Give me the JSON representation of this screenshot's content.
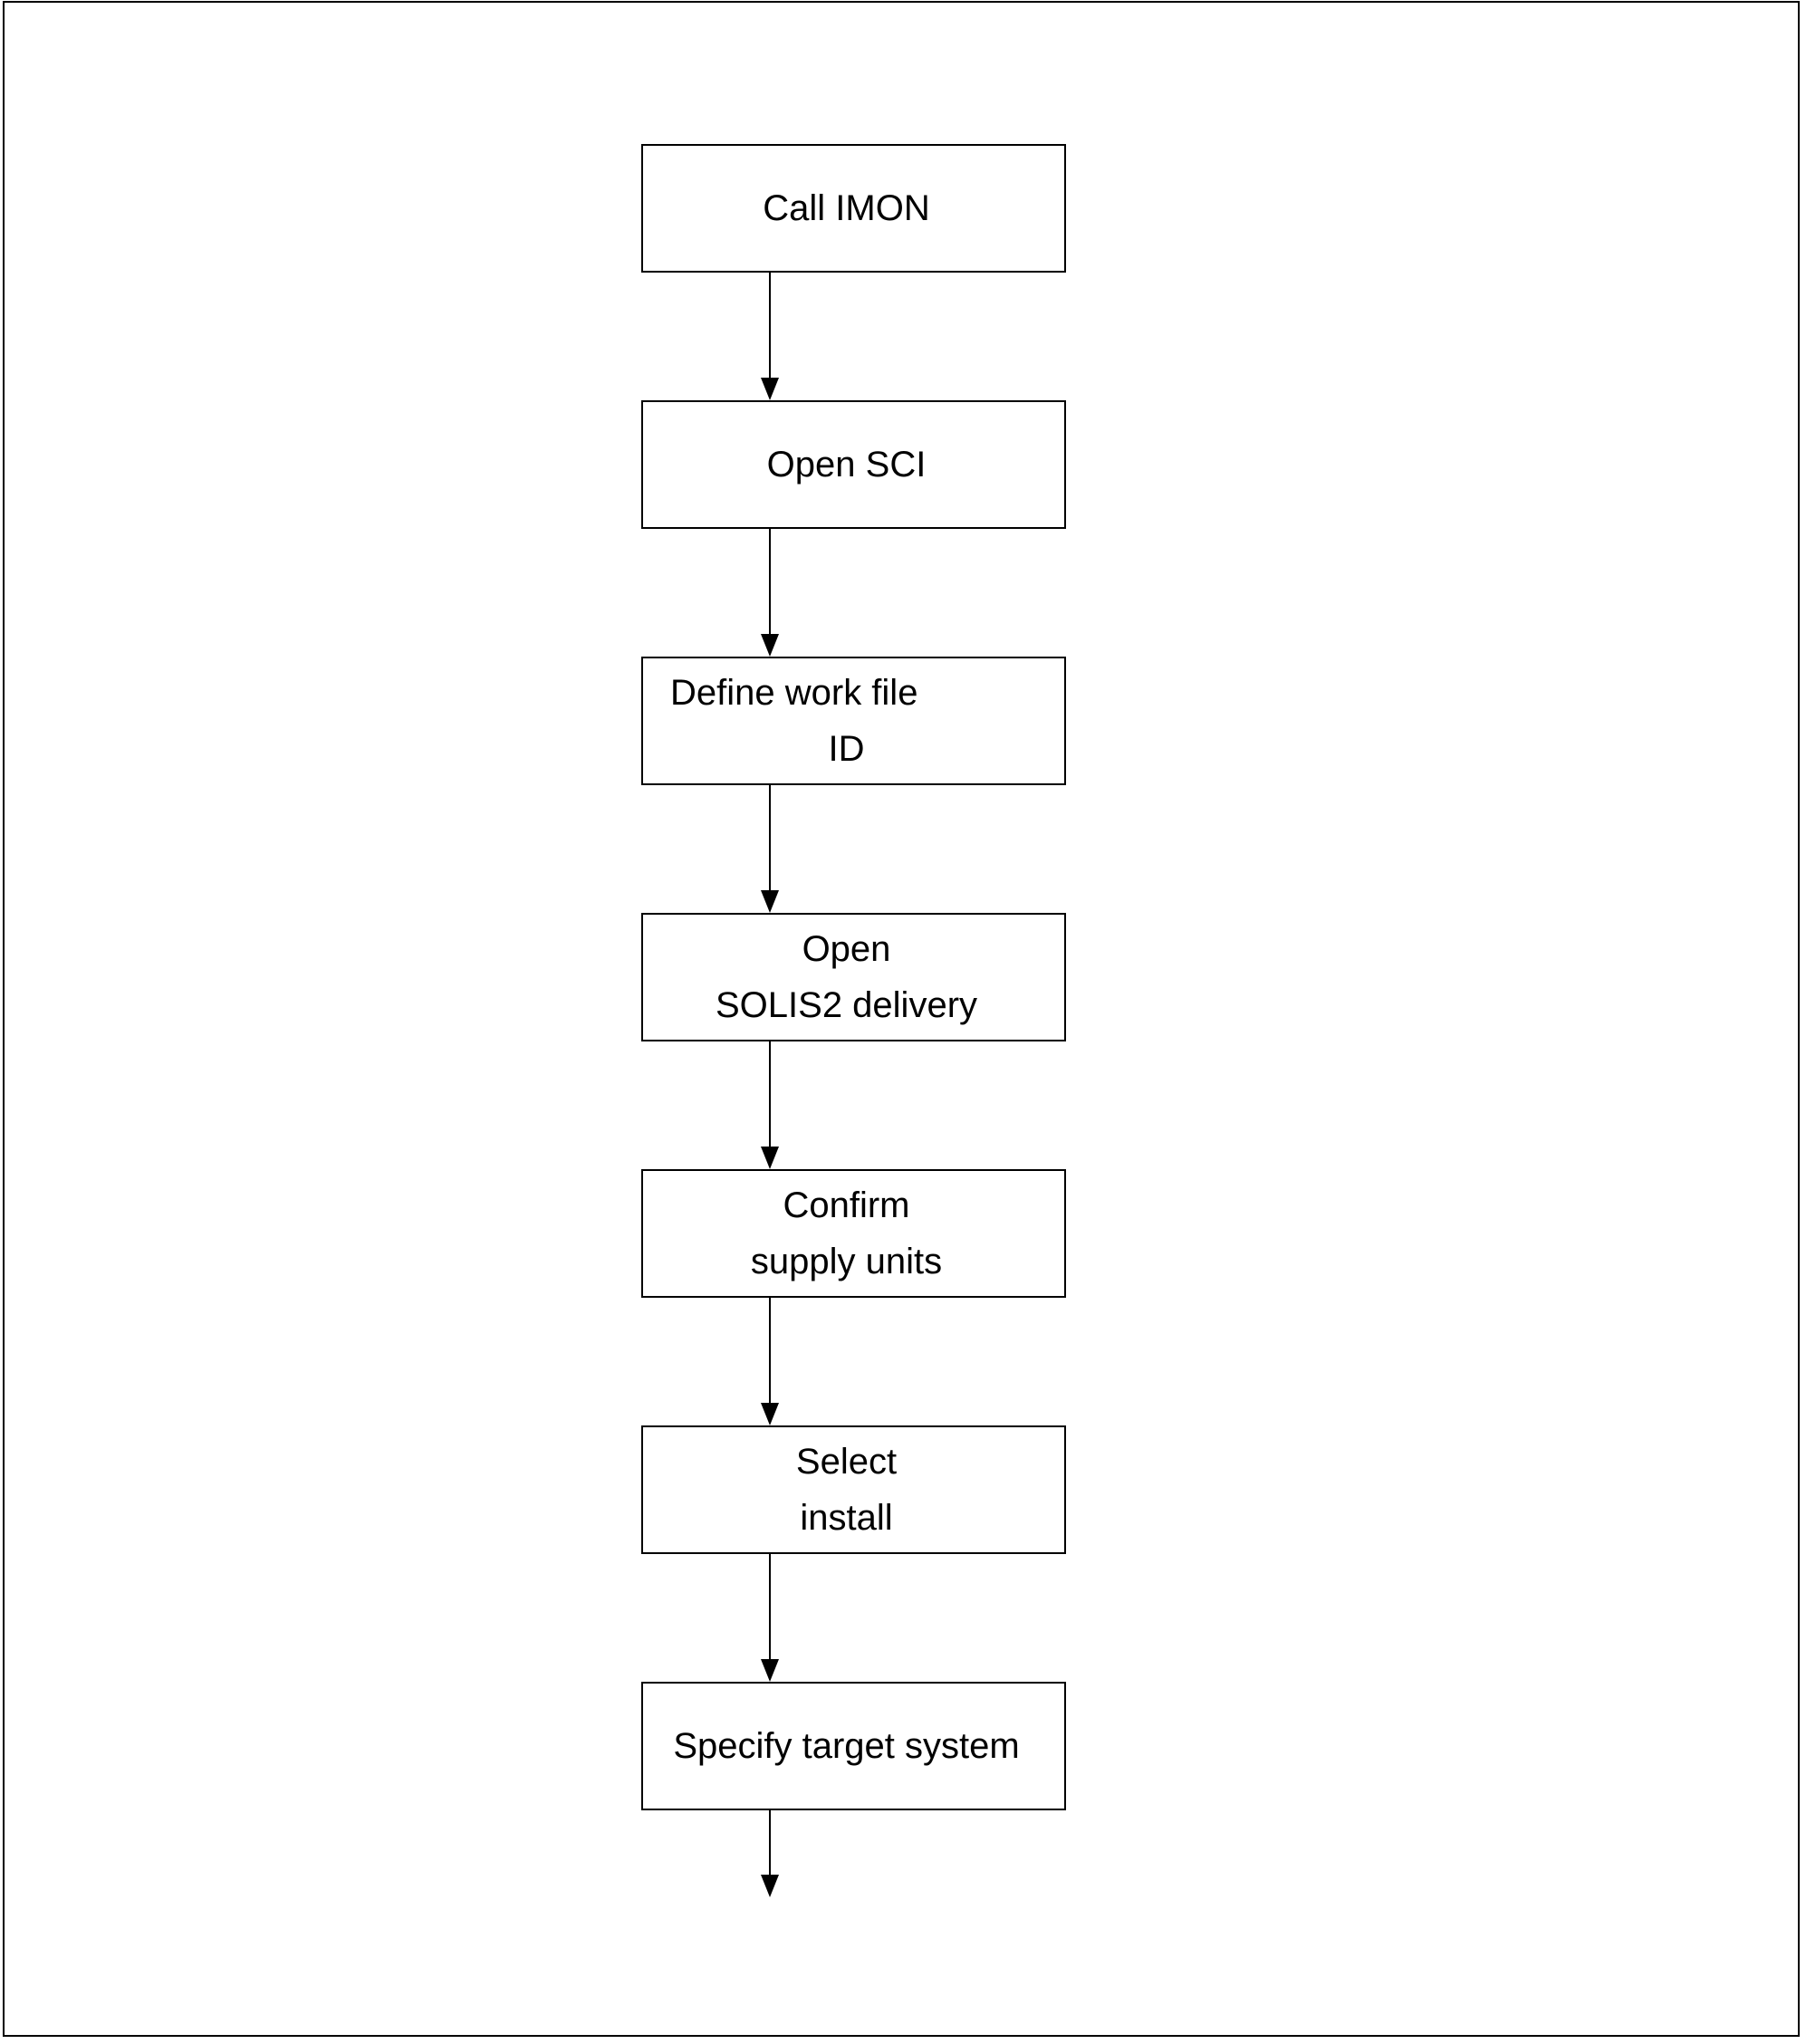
{
  "page": {
    "background_color": "#ffffff",
    "border_color": "#000000",
    "text_color": "#000000"
  },
  "flowchart": {
    "type": "flowchart",
    "direction": "top-down",
    "line_color": "#000000",
    "nodes": [
      {
        "id": "call-imon",
        "lines": [
          "Call IMON"
        ]
      },
      {
        "id": "open-sci",
        "lines": [
          "Open SCI"
        ]
      },
      {
        "id": "define-work-file-id",
        "lines": [
          "Define work file",
          "ID"
        ]
      },
      {
        "id": "open-solis2-delivery",
        "lines": [
          "Open",
          "SOLIS2 delivery"
        ]
      },
      {
        "id": "confirm-supply-units",
        "lines": [
          "Confirm",
          "supply units"
        ]
      },
      {
        "id": "select-install",
        "lines": [
          "Select",
          "install"
        ]
      },
      {
        "id": "specify-target-system",
        "lines": [
          "Specify target system"
        ]
      }
    ],
    "connections": [
      {
        "from": "call-imon",
        "to": "open-sci"
      },
      {
        "from": "open-sci",
        "to": "define-work-file-id"
      },
      {
        "from": "define-work-file-id",
        "to": "open-solis2-delivery"
      },
      {
        "from": "open-solis2-delivery",
        "to": "confirm-supply-units"
      },
      {
        "from": "confirm-supply-units",
        "to": "select-install"
      },
      {
        "from": "select-install",
        "to": "specify-target-system"
      },
      {
        "from": "specify-target-system",
        "to": "off-page-continuation"
      }
    ]
  }
}
